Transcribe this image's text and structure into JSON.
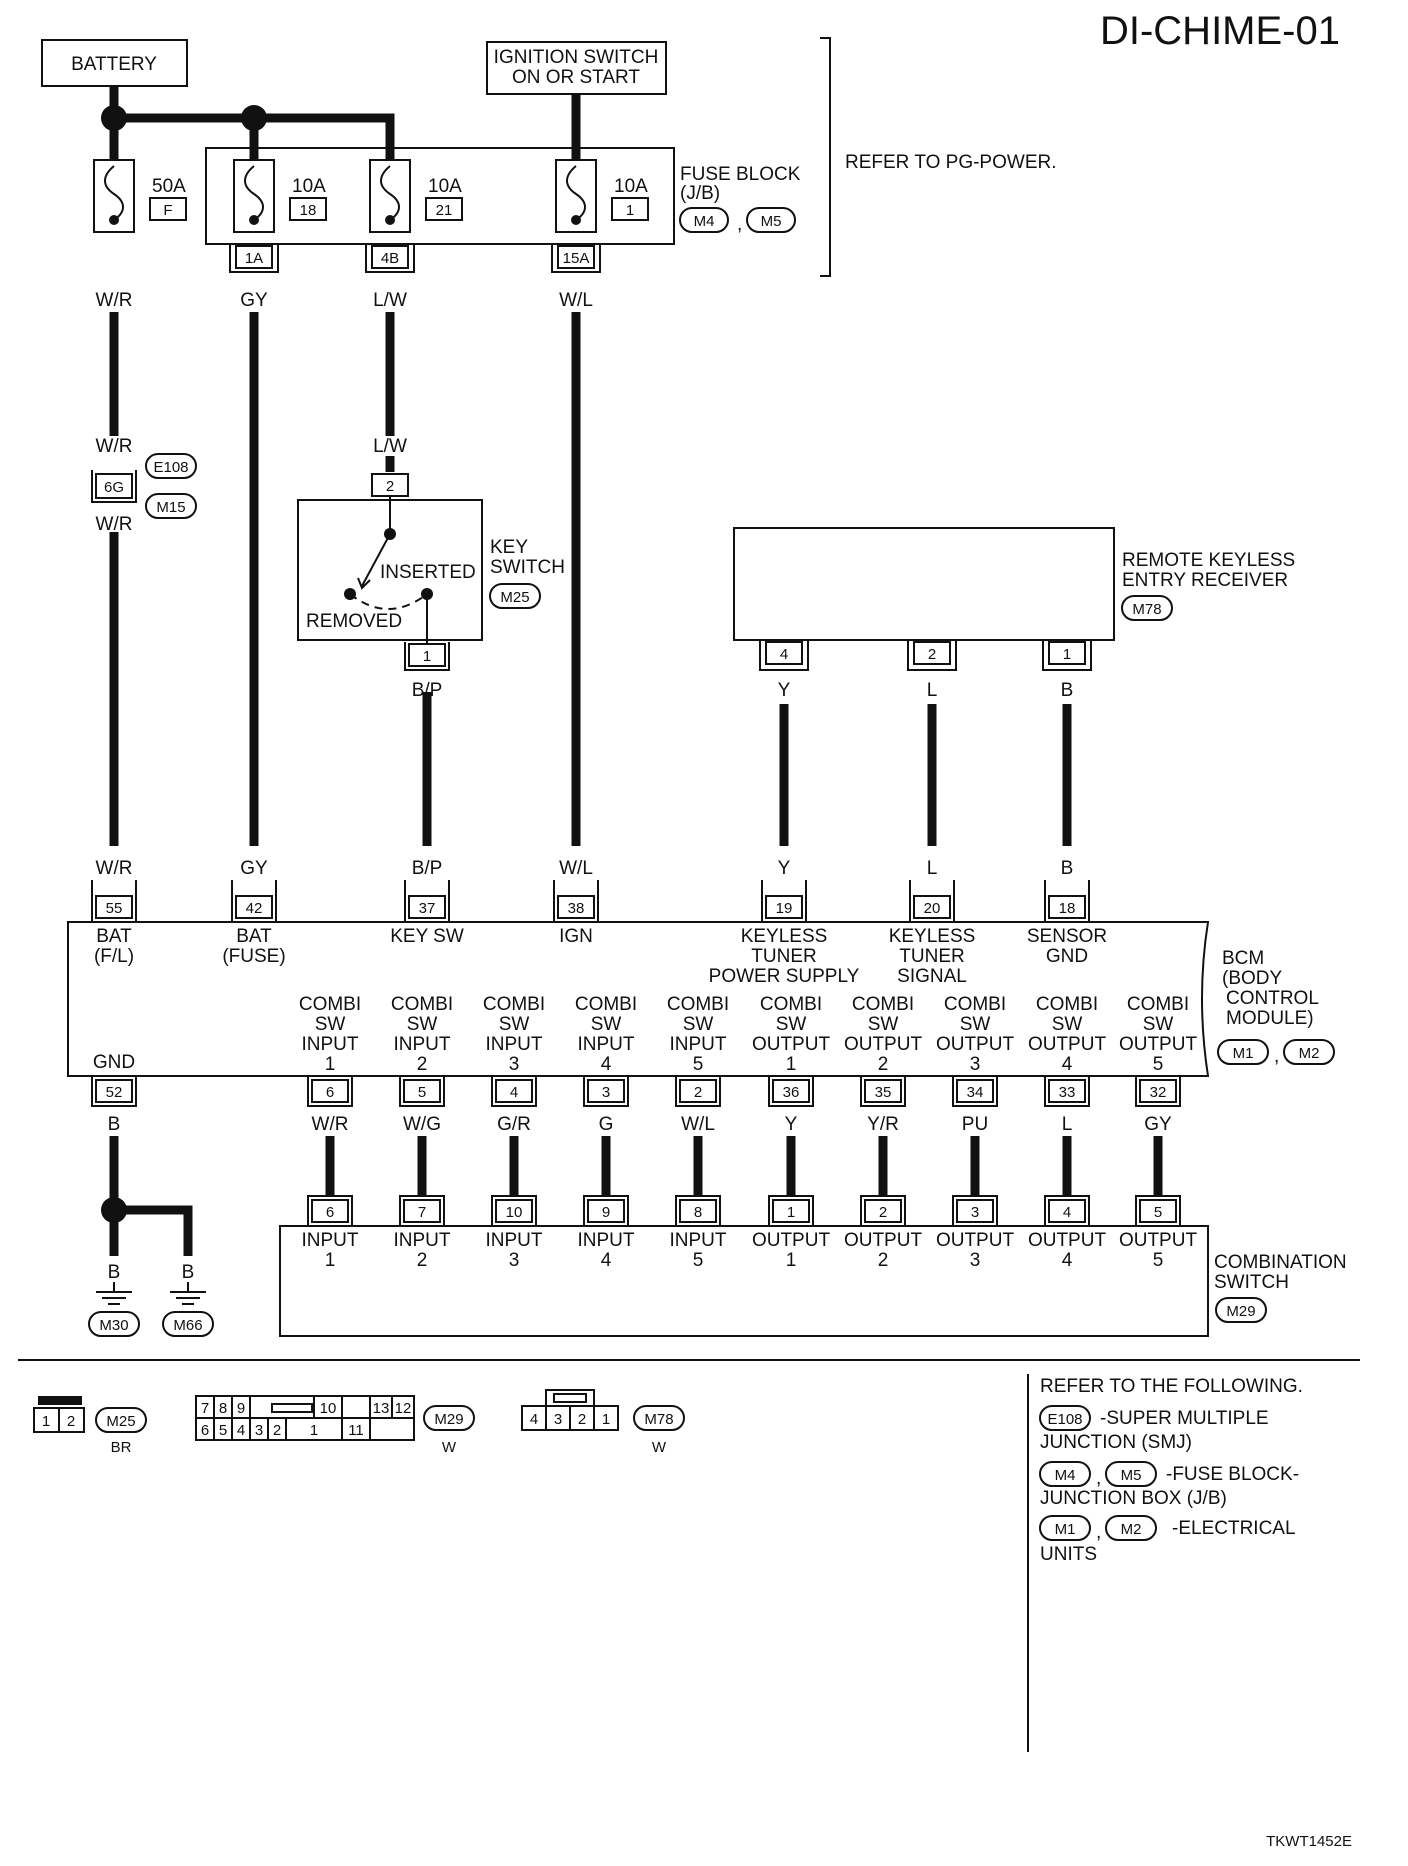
{
  "diagram_id": "DI-CHIME-01",
  "footer_code": "TKWT1452E",
  "colors": {
    "line": "#111111",
    "background": "#ffffff"
  },
  "power": {
    "battery": "BATTERY",
    "ignition_line1": "IGNITION SWITCH",
    "ignition_line2": "ON OR START",
    "refer": "REFER TO PG-POWER."
  },
  "fuses": [
    {
      "amp": "50A",
      "id": "F"
    },
    {
      "amp": "10A",
      "id": "18"
    },
    {
      "amp": "10A",
      "id": "21"
    },
    {
      "amp": "10A",
      "id": "1"
    }
  ],
  "fuse_block": {
    "label1": "FUSE BLOCK",
    "label2": "(J/B)",
    "conn1": "M4",
    "conn2": "M5",
    "sep": ",",
    "pins": [
      "1A",
      "4B",
      "15A"
    ]
  },
  "wire_colors": {
    "wr": "W/R",
    "gy": "GY",
    "lw": "L/W",
    "wl": "W/L",
    "bp": "B/P",
    "y": "Y",
    "l": "L",
    "b": "B"
  },
  "junction": {
    "pin": "6G",
    "conn1": "E108",
    "conn2": "M15"
  },
  "key_switch": {
    "label1": "KEY",
    "label2": "SWITCH",
    "conn": "M25",
    "inserted": "INSERTED",
    "removed": "REMOVED",
    "pin_top": "2",
    "pin_bottom": "1"
  },
  "remote": {
    "label1": "REMOTE KEYLESS",
    "label2": "ENTRY RECEIVER",
    "conn": "M78",
    "pins": [
      "4",
      "2",
      "1"
    ]
  },
  "bcm": {
    "label1": "BCM",
    "label2": "(BODY",
    "label3": "CONTROL",
    "label4": "MODULE)",
    "conn1": "M1",
    "conn2": "M2",
    "top_pins": [
      {
        "pin": "55",
        "color": "W/R",
        "name": [
          "BAT",
          "(F/L)"
        ]
      },
      {
        "pin": "42",
        "color": "GY",
        "name": [
          "BAT",
          "(FUSE)"
        ]
      },
      {
        "pin": "37",
        "color": "B/P",
        "name": [
          "KEY SW"
        ]
      },
      {
        "pin": "38",
        "color": "W/L",
        "name": [
          "IGN"
        ]
      },
      {
        "pin": "19",
        "color": "Y",
        "name": [
          "KEYLESS",
          "TUNER",
          "POWER SUPPLY"
        ]
      },
      {
        "pin": "20",
        "color": "L",
        "name": [
          "KEYLESS",
          "TUNER",
          "SIGNAL"
        ]
      },
      {
        "pin": "18",
        "color": "B",
        "name": [
          "SENSOR",
          "GND"
        ]
      }
    ],
    "gnd": {
      "label": "GND",
      "pin": "52",
      "color": "B"
    },
    "combi_pins": [
      {
        "name": [
          "COMBI",
          "SW",
          "INPUT",
          "1"
        ],
        "pin": "6",
        "color": "W/R",
        "cs_pin": "6",
        "cs_name": [
          "INPUT",
          "1"
        ]
      },
      {
        "name": [
          "COMBI",
          "SW",
          "INPUT",
          "2"
        ],
        "pin": "5",
        "color": "W/G",
        "cs_pin": "7",
        "cs_name": [
          "INPUT",
          "2"
        ]
      },
      {
        "name": [
          "COMBI",
          "SW",
          "INPUT",
          "3"
        ],
        "pin": "4",
        "color": "G/R",
        "cs_pin": "10",
        "cs_name": [
          "INPUT",
          "3"
        ]
      },
      {
        "name": [
          "COMBI",
          "SW",
          "INPUT",
          "4"
        ],
        "pin": "3",
        "color": "G",
        "cs_pin": "9",
        "cs_name": [
          "INPUT",
          "4"
        ]
      },
      {
        "name": [
          "COMBI",
          "SW",
          "INPUT",
          "5"
        ],
        "pin": "2",
        "color": "W/L",
        "cs_pin": "8",
        "cs_name": [
          "INPUT",
          "5"
        ]
      },
      {
        "name": [
          "COMBI",
          "SW",
          "OUTPUT",
          "1"
        ],
        "pin": "36",
        "color": "Y",
        "cs_pin": "1",
        "cs_name": [
          "OUTPUT",
          "1"
        ]
      },
      {
        "name": [
          "COMBI",
          "SW",
          "OUTPUT",
          "2"
        ],
        "pin": "35",
        "color": "Y/R",
        "cs_pin": "2",
        "cs_name": [
          "OUTPUT",
          "2"
        ]
      },
      {
        "name": [
          "COMBI",
          "SW",
          "OUTPUT",
          "3"
        ],
        "pin": "34",
        "color": "PU",
        "cs_pin": "3",
        "cs_name": [
          "OUTPUT",
          "3"
        ]
      },
      {
        "name": [
          "COMBI",
          "SW",
          "OUTPUT",
          "4"
        ],
        "pin": "33",
        "color": "L",
        "cs_pin": "4",
        "cs_name": [
          "OUTPUT",
          "4"
        ]
      },
      {
        "name": [
          "COMBI",
          "SW",
          "OUTPUT",
          "5"
        ],
        "pin": "32",
        "color": "GY",
        "cs_pin": "5",
        "cs_name": [
          "OUTPUT",
          "5"
        ]
      }
    ]
  },
  "combination_switch": {
    "label1": "COMBINATION",
    "label2": "SWITCH",
    "conn": "M29"
  },
  "grounds": [
    {
      "color": "B",
      "conn": "M30"
    },
    {
      "color": "B",
      "conn": "M66"
    }
  ],
  "connector_views": [
    {
      "conn": "M25",
      "color": "BR",
      "cells": [
        "1",
        "2"
      ]
    },
    {
      "conn": "M29",
      "color": "W",
      "top": [
        "7",
        "8",
        "9",
        "10",
        "13",
        "12"
      ],
      "bottom": [
        "6",
        "5",
        "4",
        "3",
        "2",
        "1",
        "11"
      ]
    },
    {
      "conn": "M78",
      "color": "W",
      "cells": [
        "4",
        "3",
        "2",
        "1"
      ]
    }
  ],
  "references": {
    "title": "REFER TO THE FOLLOWING.",
    "e108": "E108",
    "e108_line1": "-SUPER MULTIPLE",
    "e108_line2": "JUNCTION (SMJ)",
    "m4": "M4",
    "m5": "M5",
    "fb_line1": "-FUSE BLOCK-",
    "fb_line2": "JUNCTION BOX (J/B)",
    "m1": "M1",
    "m2": "M2",
    "eu_line1": "-ELECTRICAL",
    "eu_line2": "UNITS",
    "sep": ","
  }
}
